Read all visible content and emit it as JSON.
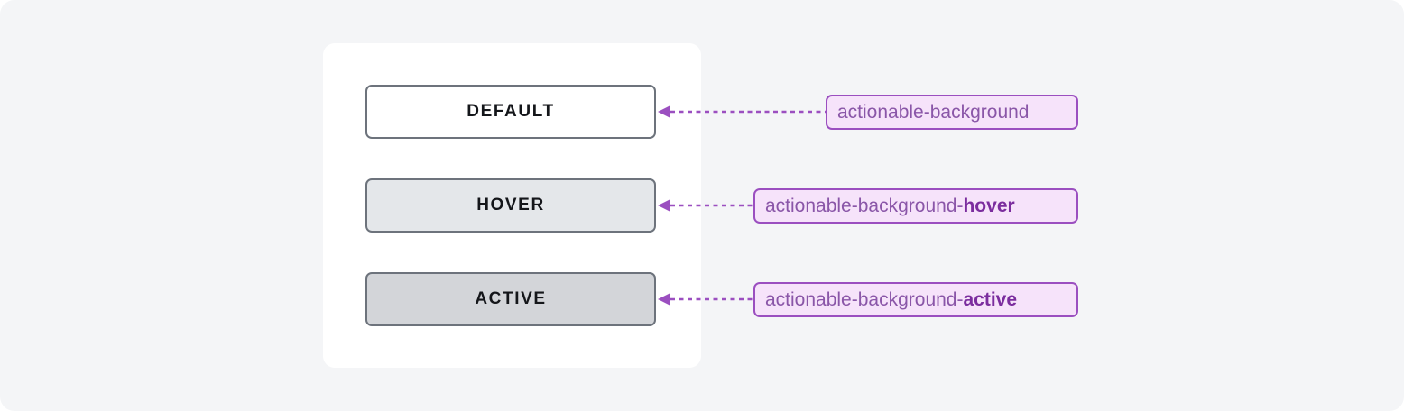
{
  "theme": {
    "page_background": "#f4f5f7",
    "card_background": "#ffffff",
    "button_border": "#6d737c",
    "button_text": "#14161a",
    "token_border": "#9b4fc0",
    "token_fill": "#f6e3fa",
    "token_text": "#8a56a8",
    "token_emphasis_text": "#7b2d9e",
    "connector": "#9b4fc0"
  },
  "rows": [
    {
      "state": "default",
      "button_label": "DEFAULT",
      "button_fill": "#ffffff",
      "token_prefix": "actionable-background",
      "token_suffix": "",
      "token_full": "actionable-background"
    },
    {
      "state": "hover",
      "button_label": "HOVER",
      "button_fill": "#e4e7ea",
      "token_prefix": "actionable-background-",
      "token_suffix": "hover",
      "token_full": "actionable-background-hover"
    },
    {
      "state": "active",
      "button_label": "ACTIVE",
      "button_fill": "#d3d5d9",
      "token_prefix": "actionable-background-",
      "token_suffix": "active",
      "token_full": "actionable-background-active"
    }
  ]
}
